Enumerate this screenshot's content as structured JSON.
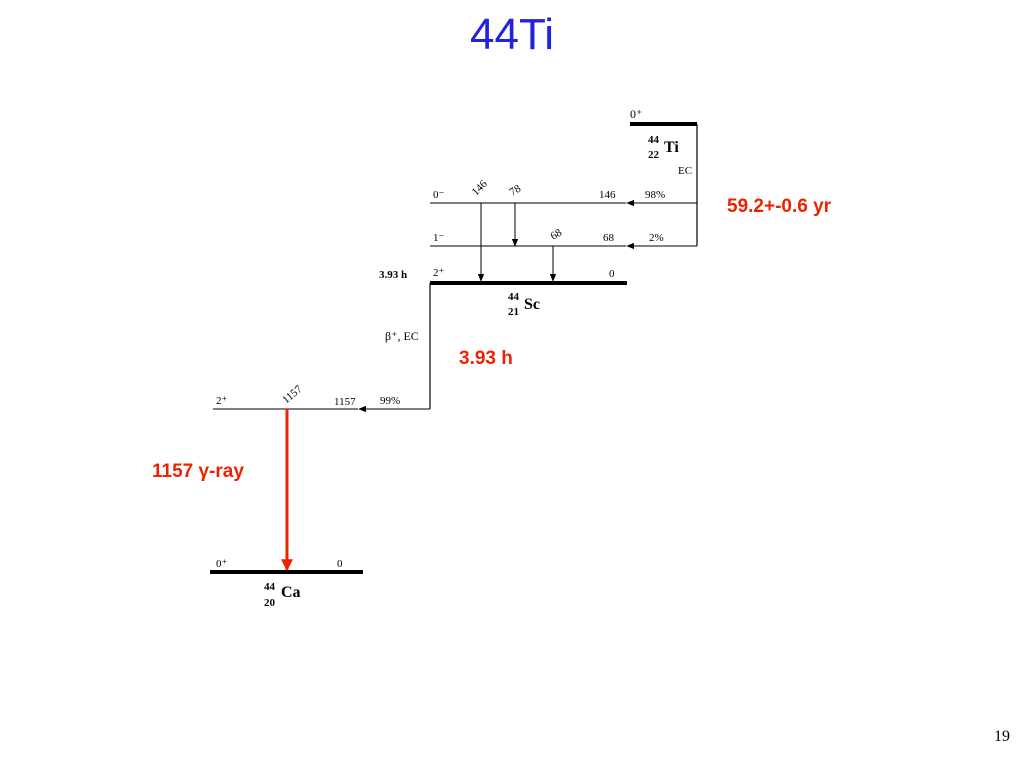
{
  "title": "44Ti",
  "page_number": "19",
  "colors": {
    "title": "#2222dd",
    "annotation": "#ee2200",
    "gamma_arrow": "#ee2200"
  },
  "ti": {
    "spin": "0⁺",
    "mass": "44",
    "z": "22",
    "symbol": "Ti",
    "decay_mode": "EC"
  },
  "sc_levels": {
    "l146": {
      "spin": "0⁻",
      "energy": "146",
      "branch": "98%"
    },
    "l68": {
      "spin": "1⁻",
      "energy": "68",
      "branch": "2%"
    },
    "ground": {
      "spin": "2⁺",
      "energy": "0",
      "halflife": "3.93 h"
    }
  },
  "sc_transitions": {
    "t146": "146",
    "t78": "78",
    "t68": "68"
  },
  "sc": {
    "mass": "44",
    "z": "21",
    "symbol": "Sc",
    "decay_mode": "β⁺, EC"
  },
  "ca_levels": {
    "l1157": {
      "spin": "2⁺",
      "energy": "1157",
      "branch": "99%",
      "gamma": "1157"
    },
    "ground": {
      "spin": "0⁺",
      "energy": "0"
    }
  },
  "ca": {
    "mass": "44",
    "z": "20",
    "symbol": "Ca"
  },
  "annotations": {
    "ti_halflife": "59.2+-0.6 yr",
    "sc_halflife": "3.93 h",
    "gamma_ray": "1157 γ-ray"
  }
}
